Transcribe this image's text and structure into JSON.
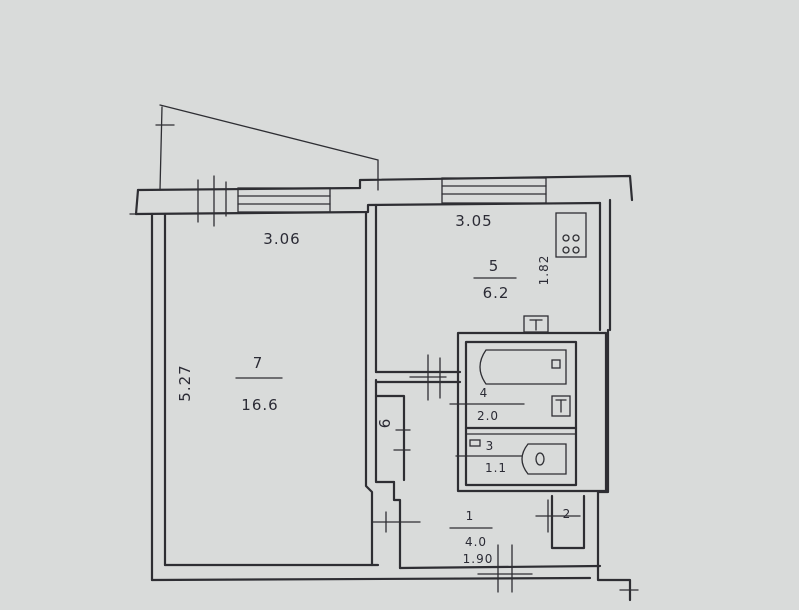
{
  "plan": {
    "dimensions": {
      "room7_width": "3.06",
      "room5_width": "3.05",
      "room5_depth": "1.82",
      "room7_depth": "5.27",
      "hall_width": "1.90"
    },
    "rooms": [
      {
        "number": "7",
        "area": "16.6"
      },
      {
        "number": "5",
        "area": "6.2"
      },
      {
        "number": "4",
        "area": "2.0"
      },
      {
        "number": "3",
        "area": "1.1"
      },
      {
        "number": "1",
        "area": "4.0"
      }
    ],
    "closet_6": "6",
    "closet_2": "2"
  },
  "colors": {
    "paper": "#d9dbda",
    "ink": "#2e2e33"
  }
}
